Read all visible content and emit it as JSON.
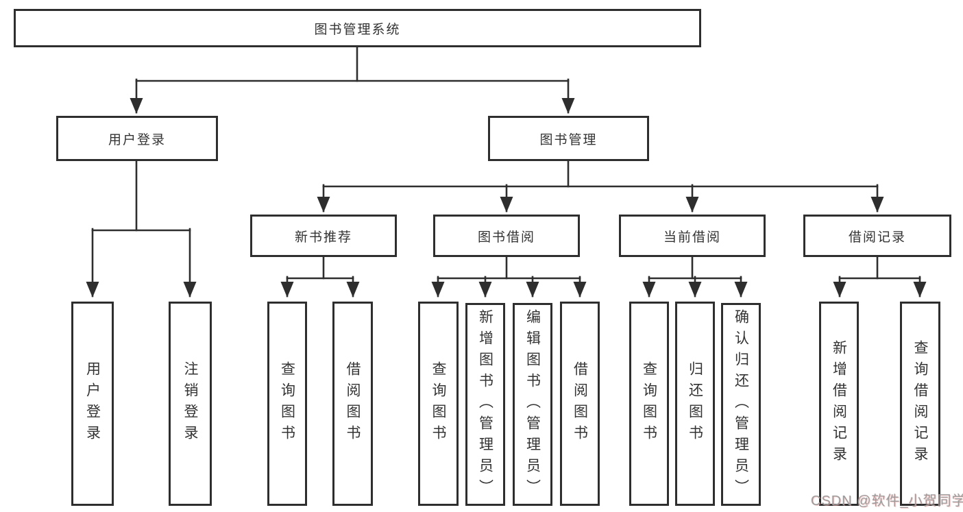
{
  "nodes": {
    "root": {
      "label": "图书管理系统"
    },
    "branches": [
      {
        "label": "用户登录"
      },
      {
        "label": "图书管理"
      }
    ],
    "sections": [
      {
        "label": "新书推荐"
      },
      {
        "label": "图书借阅"
      },
      {
        "label": "当前借阅"
      },
      {
        "label": "借阅记录"
      }
    ],
    "leaves": [
      {
        "label": "用户登录"
      },
      {
        "label": "注销登录"
      },
      {
        "label": "查询图书"
      },
      {
        "label": "借阅图书"
      },
      {
        "label": "查询图书"
      },
      {
        "label": "新增图书（管理员）"
      },
      {
        "label": "编辑图书（管理员）"
      },
      {
        "label": "借阅图书"
      },
      {
        "label": "查询图书"
      },
      {
        "label": "归还图书"
      },
      {
        "label": "确认归还（管理员）"
      },
      {
        "label": "新增借阅记录"
      },
      {
        "label": "查询借阅记录"
      }
    ]
  },
  "watermark": {
    "text": "CSDN @软件_小贺同学"
  },
  "colors": {
    "line": "#2e2e2e",
    "text": "#333333",
    "background": "#ffffff",
    "watermark": "#9c9c9c"
  }
}
